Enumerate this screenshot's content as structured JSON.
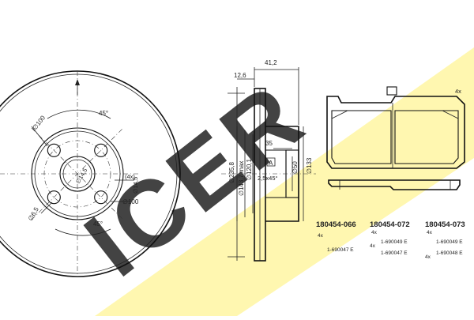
{
  "brand": {
    "logo_text": "ICER",
    "band_color": "#fff7b0",
    "logo_color": "#5566cc"
  },
  "disc_front": {
    "dims": {
      "bolt_circle": "∅100",
      "pitch_circle": "∅100",
      "hole": "∅6,5",
      "center_bore": "∅14,5",
      "center_bore_2": "∅14,5",
      "angle_top": "45°",
      "angle_bottom": "45°",
      "bolt_count": "(4x)"
    }
  },
  "disc_section": {
    "dims": {
      "thickness_total": "41,2",
      "offset": "12,6",
      "outer_dia": "∅235,8",
      "hub_dia": "∅143,7 max",
      "inner_dia": "∅120,1",
      "depth": "35",
      "ref": "A",
      "ring_dia": "∅50",
      "hat_dia": "∅133",
      "chamfer": "2,5x45°"
    }
  },
  "pads": {
    "qty": "4x"
  },
  "kits": [
    {
      "code": "180454-066",
      "lines": [
        {
          "qty": "4x",
          "part": ""
        },
        {
          "qty": "",
          "part": "1-690047 E"
        }
      ]
    },
    {
      "code": "180454-072",
      "lines": [
        {
          "qty": "4x",
          "part": ""
        },
        {
          "qty": "4x",
          "part": "1-690049 E"
        },
        {
          "qty": "",
          "part": "1-690047 E"
        }
      ]
    },
    {
      "code": "180454-073",
      "lines": [
        {
          "qty": "4x",
          "part": ""
        },
        {
          "qty": "",
          "part": "1-690049 E"
        },
        {
          "qty": "4x",
          "part": "1-690048 E"
        }
      ]
    }
  ]
}
